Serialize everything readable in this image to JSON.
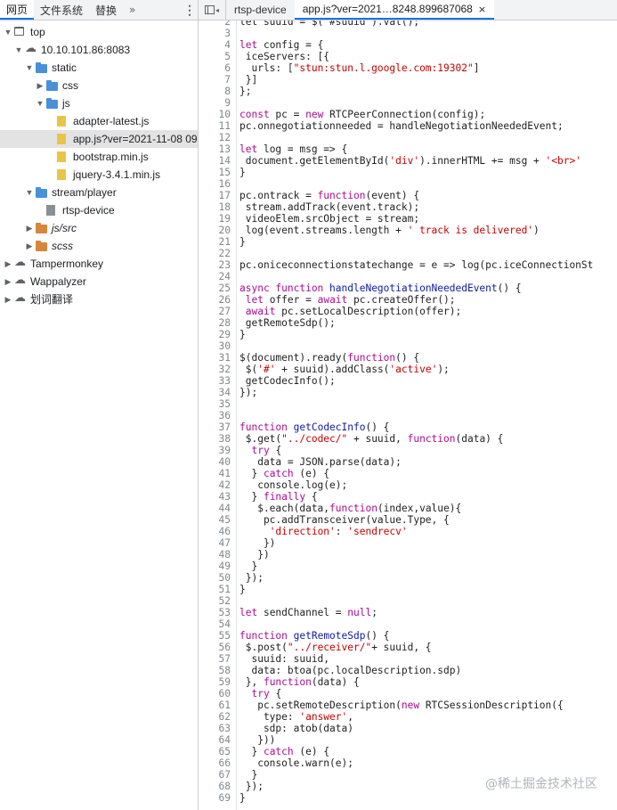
{
  "left_tabs": [
    "网页",
    "文件系统",
    "替换"
  ],
  "left_more": "»",
  "left_menu": "⋮",
  "tree": [
    {
      "label": "top",
      "depth": 0,
      "arrow": "▼",
      "icon": "frame"
    },
    {
      "label": "10.10.101.86:8083",
      "depth": 1,
      "arrow": "▼",
      "icon": "cloud"
    },
    {
      "label": "static",
      "depth": 2,
      "arrow": "▼",
      "icon": "folder-blue"
    },
    {
      "label": "css",
      "depth": 3,
      "arrow": "▶",
      "icon": "folder-blue"
    },
    {
      "label": "js",
      "depth": 3,
      "arrow": "▼",
      "icon": "folder-blue"
    },
    {
      "label": "adapter-latest.js",
      "depth": 4,
      "arrow": "",
      "icon": "file-js"
    },
    {
      "label": "app.js?ver=2021-11-08 09",
      "depth": 4,
      "arrow": "",
      "icon": "file-js",
      "selected": true
    },
    {
      "label": "bootstrap.min.js",
      "depth": 4,
      "arrow": "",
      "icon": "file-js"
    },
    {
      "label": "jquery-3.4.1.min.js",
      "depth": 4,
      "arrow": "",
      "icon": "file-js"
    },
    {
      "label": "stream/player",
      "depth": 2,
      "arrow": "▼",
      "icon": "folder-blue"
    },
    {
      "label": "rtsp-device",
      "depth": 3,
      "arrow": "",
      "icon": "file-gray"
    },
    {
      "label": "js/src",
      "depth": 2,
      "arrow": "▶",
      "icon": "folder-orange",
      "italic": true
    },
    {
      "label": "scss",
      "depth": 2,
      "arrow": "▶",
      "icon": "folder-orange",
      "italic": true
    },
    {
      "label": "Tampermonkey",
      "depth": 0,
      "arrow": "▶",
      "icon": "cloud"
    },
    {
      "label": "Wappalyzer",
      "depth": 0,
      "arrow": "▶",
      "icon": "cloud"
    },
    {
      "label": "划词翻译",
      "depth": 0,
      "arrow": "▶",
      "icon": "cloud"
    }
  ],
  "editor_tabs": [
    {
      "label": "rtsp-device",
      "active": false
    },
    {
      "label": "app.js?ver=2021…8248.899687068",
      "active": true,
      "close": "×"
    }
  ],
  "code_lines": [
    [
      [
        "",
        "let suuid = $('#suuid').val();"
      ]
    ],
    [
      [
        "",
        ""
      ]
    ],
    [
      [
        "kw",
        "let"
      ],
      [
        "",
        "  config = {"
      ]
    ],
    [
      [
        "",
        "  iceServers: [{"
      ]
    ],
    [
      [
        "",
        "    urls: ["
      ],
      [
        "str",
        "\"stun:stun.l.google.com:19302\""
      ],
      [
        "",
        "]"
      ]
    ],
    [
      [
        "",
        "  }]"
      ]
    ],
    [
      [
        "",
        "};"
      ]
    ],
    [
      [
        "",
        ""
      ]
    ],
    [
      [
        "kw",
        "const"
      ],
      [
        "",
        "  pc = "
      ],
      [
        "kw",
        "new"
      ],
      [
        "",
        "  RTCPeerConnection(config);"
      ]
    ],
    [
      [
        "",
        "pc.onnegotiationneeded = handleNegotiationNeededEvent;"
      ]
    ],
    [
      [
        "",
        ""
      ]
    ],
    [
      [
        "kw",
        "let"
      ],
      [
        "",
        "  log = msg => {"
      ]
    ],
    [
      [
        "",
        "  document.getElementById("
      ],
      [
        "str",
        "'div'"
      ],
      [
        "",
        ").innerHTML += msg + "
      ],
      [
        "str",
        "'<br>'"
      ]
    ],
    [
      [
        "",
        "}"
      ]
    ],
    [
      [
        "",
        ""
      ]
    ],
    [
      [
        "",
        "pc.ontrack = "
      ],
      [
        "kw",
        "function"
      ],
      [
        "",
        "(event) {"
      ]
    ],
    [
      [
        "",
        "  stream.addTrack(event.track);"
      ]
    ],
    [
      [
        "",
        "  videoElem.srcObject = stream;"
      ]
    ],
    [
      [
        "",
        "  log(event.streams.length + "
      ],
      [
        "str",
        "' track is delivered'"
      ],
      [
        "",
        ")"
      ]
    ],
    [
      [
        "",
        "}"
      ]
    ],
    [
      [
        "",
        ""
      ]
    ],
    [
      [
        "",
        "pc.oniceconnectionstatechange = e => log(pc.iceConnectionSt"
      ]
    ],
    [
      [
        "",
        ""
      ]
    ],
    [
      [
        "kw",
        "async function"
      ],
      [
        "",
        "  "
      ],
      [
        "fn",
        "handleNegotiationNeededEvent"
      ],
      [
        "",
        "() {"
      ]
    ],
    [
      [
        "",
        "  "
      ],
      [
        "kw",
        "let"
      ],
      [
        "",
        "  offer = "
      ],
      [
        "kw",
        "await"
      ],
      [
        "",
        "  pc.createOffer();"
      ]
    ],
    [
      [
        "",
        "  "
      ],
      [
        "kw",
        "await"
      ],
      [
        "",
        "  pc.setLocalDescription(offer);"
      ]
    ],
    [
      [
        "",
        "  getRemoteSdp();"
      ]
    ],
    [
      [
        "",
        "}"
      ]
    ],
    [
      [
        "",
        ""
      ]
    ],
    [
      [
        "",
        "$(document).ready("
      ],
      [
        "kw",
        "function"
      ],
      [
        "",
        "() {"
      ]
    ],
    [
      [
        "",
        "  $("
      ],
      [
        "str",
        "'#'"
      ],
      [
        "",
        "  + suuid).addClass("
      ],
      [
        "str",
        "'active'"
      ],
      [
        "",
        ");"
      ]
    ],
    [
      [
        "",
        "  getCodecInfo();"
      ]
    ],
    [
      [
        "",
        "});"
      ]
    ],
    [
      [
        "",
        ""
      ]
    ],
    [
      [
        "",
        ""
      ]
    ],
    [
      [
        "kw",
        "function"
      ],
      [
        "",
        "  "
      ],
      [
        "fn",
        "getCodecInfo"
      ],
      [
        "",
        "() {"
      ]
    ],
    [
      [
        "",
        "  $.get("
      ],
      [
        "str",
        "\"../codec/\""
      ],
      [
        "",
        "  + suuid, "
      ],
      [
        "kw",
        "function"
      ],
      [
        "",
        "(data) {"
      ]
    ],
    [
      [
        "",
        "    "
      ],
      [
        "kw",
        "try"
      ],
      [
        "",
        "  {"
      ]
    ],
    [
      [
        "",
        "      data = JSON.parse(data);"
      ]
    ],
    [
      [
        "",
        "    } "
      ],
      [
        "kw",
        "catch"
      ],
      [
        "",
        "  (e) {"
      ]
    ],
    [
      [
        "",
        "      console.log(e);"
      ]
    ],
    [
      [
        "",
        "    } "
      ],
      [
        "kw",
        "finally"
      ],
      [
        "",
        "  {"
      ]
    ],
    [
      [
        "",
        "      $.each(data,"
      ],
      [
        "kw",
        "function"
      ],
      [
        "",
        "(index,value){"
      ]
    ],
    [
      [
        "",
        "        pc.addTransceiver(value.Type, {"
      ]
    ],
    [
      [
        "",
        "          "
      ],
      [
        "str",
        "'direction'"
      ],
      [
        "",
        ": "
      ],
      [
        "str",
        "'sendrecv'"
      ]
    ],
    [
      [
        "",
        "        })"
      ]
    ],
    [
      [
        "",
        "      })"
      ]
    ],
    [
      [
        "",
        "    }"
      ]
    ],
    [
      [
        "",
        "  });"
      ]
    ],
    [
      [
        "",
        "}"
      ]
    ],
    [
      [
        "",
        ""
      ]
    ],
    [
      [
        "kw",
        "let"
      ],
      [
        "",
        "  sendChannel = "
      ],
      [
        "kw",
        "null"
      ],
      [
        "",
        ";"
      ]
    ],
    [
      [
        "",
        ""
      ]
    ],
    [
      [
        "kw",
        "function"
      ],
      [
        "",
        "  "
      ],
      [
        "fn",
        "getRemoteSdp"
      ],
      [
        "",
        "() {"
      ]
    ],
    [
      [
        "",
        "  $.post("
      ],
      [
        "str",
        "\"../receiver/\""
      ],
      [
        "",
        "+ suuid, {"
      ]
    ],
    [
      [
        "",
        "    suuid: suuid,"
      ]
    ],
    [
      [
        "",
        "    data: btoa(pc.localDescription.sdp)"
      ]
    ],
    [
      [
        "",
        "  }, "
      ],
      [
        "kw",
        "function"
      ],
      [
        "",
        "(data) {"
      ]
    ],
    [
      [
        "",
        "    "
      ],
      [
        "kw",
        "try"
      ],
      [
        "",
        "  {"
      ]
    ],
    [
      [
        "",
        "      pc.setRemoteDescription("
      ],
      [
        "kw",
        "new"
      ],
      [
        "",
        "  RTCSessionDescription({"
      ]
    ],
    [
      [
        "",
        "        type: "
      ],
      [
        "str",
        "'answer'"
      ],
      [
        "",
        ","
      ]
    ],
    [
      [
        "",
        "        sdp: atob(data)"
      ]
    ],
    [
      [
        "",
        "      }))"
      ]
    ],
    [
      [
        "",
        "    } "
      ],
      [
        "kw",
        "catch"
      ],
      [
        "",
        "  (e) {"
      ]
    ],
    [
      [
        "",
        "      console.warn(e);"
      ]
    ],
    [
      [
        "",
        "    }"
      ]
    ],
    [
      [
        "",
        "  });"
      ]
    ],
    [
      [
        "",
        "}"
      ]
    ]
  ],
  "first_line_number": 2,
  "watermark": "@稀土掘金技术社区"
}
